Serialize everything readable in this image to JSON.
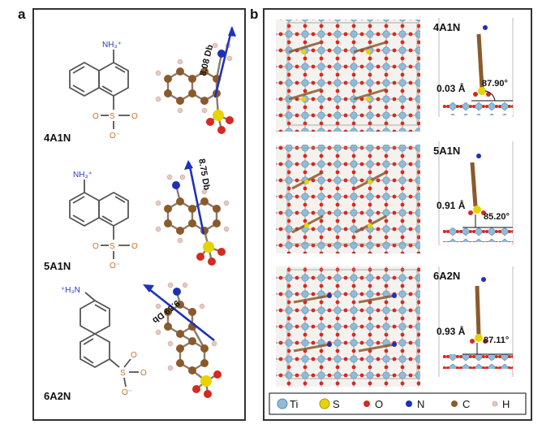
{
  "panel_a": {
    "letter": "a",
    "molecules": [
      {
        "name": "4A1N",
        "amine_label": "NH₃⁺",
        "sulfonate_o_minus": "O⁻",
        "dipole": "8.08 Db"
      },
      {
        "name": "5A1N",
        "amine_label": "NH₃⁺",
        "sulfonate_o_minus": "O⁻",
        "dipole": "8.75 Db"
      },
      {
        "name": "6A2N",
        "amine_label": "⁺H₃N",
        "sulfonate_o_minus": "O⁻",
        "dipole": "9.69 Db"
      }
    ],
    "sulfonate": {
      "s": "S",
      "o": "O"
    }
  },
  "panel_b": {
    "letter": "b",
    "configs": [
      {
        "name": "4A1N",
        "distance": "0.03 Å",
        "angle": "87.90°"
      },
      {
        "name": "5A1N",
        "distance": "0.91 Å",
        "angle": "85.20°"
      },
      {
        "name": "6A2N",
        "distance": "0.93 Å",
        "angle": "87.11°"
      }
    ],
    "legend": [
      {
        "symbol": "Ti",
        "color": "#8fbcd8"
      },
      {
        "symbol": "S",
        "color": "#e6d400"
      },
      {
        "symbol": "O",
        "color": "#d42a20"
      },
      {
        "symbol": "N",
        "color": "#1f2fb5"
      },
      {
        "symbol": "C",
        "color": "#8b5a2b"
      },
      {
        "symbol": "H",
        "color": "#e8c8c0"
      }
    ]
  },
  "colors": {
    "dipole_arrow": "#1d33b8",
    "amine_text": "#2a35c9",
    "sulfonate_text": "#d0702a"
  }
}
